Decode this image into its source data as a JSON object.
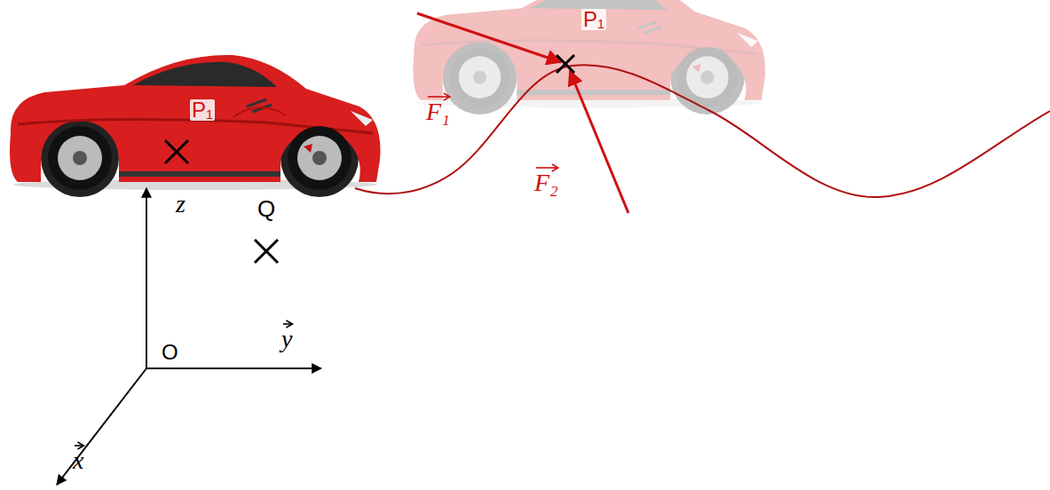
{
  "diagram": {
    "labels": [
      "P₁",
      "F₁",
      "F₂",
      "P₁",
      "z",
      "Q",
      "O",
      "y",
      "x"
    ]
  }
}
